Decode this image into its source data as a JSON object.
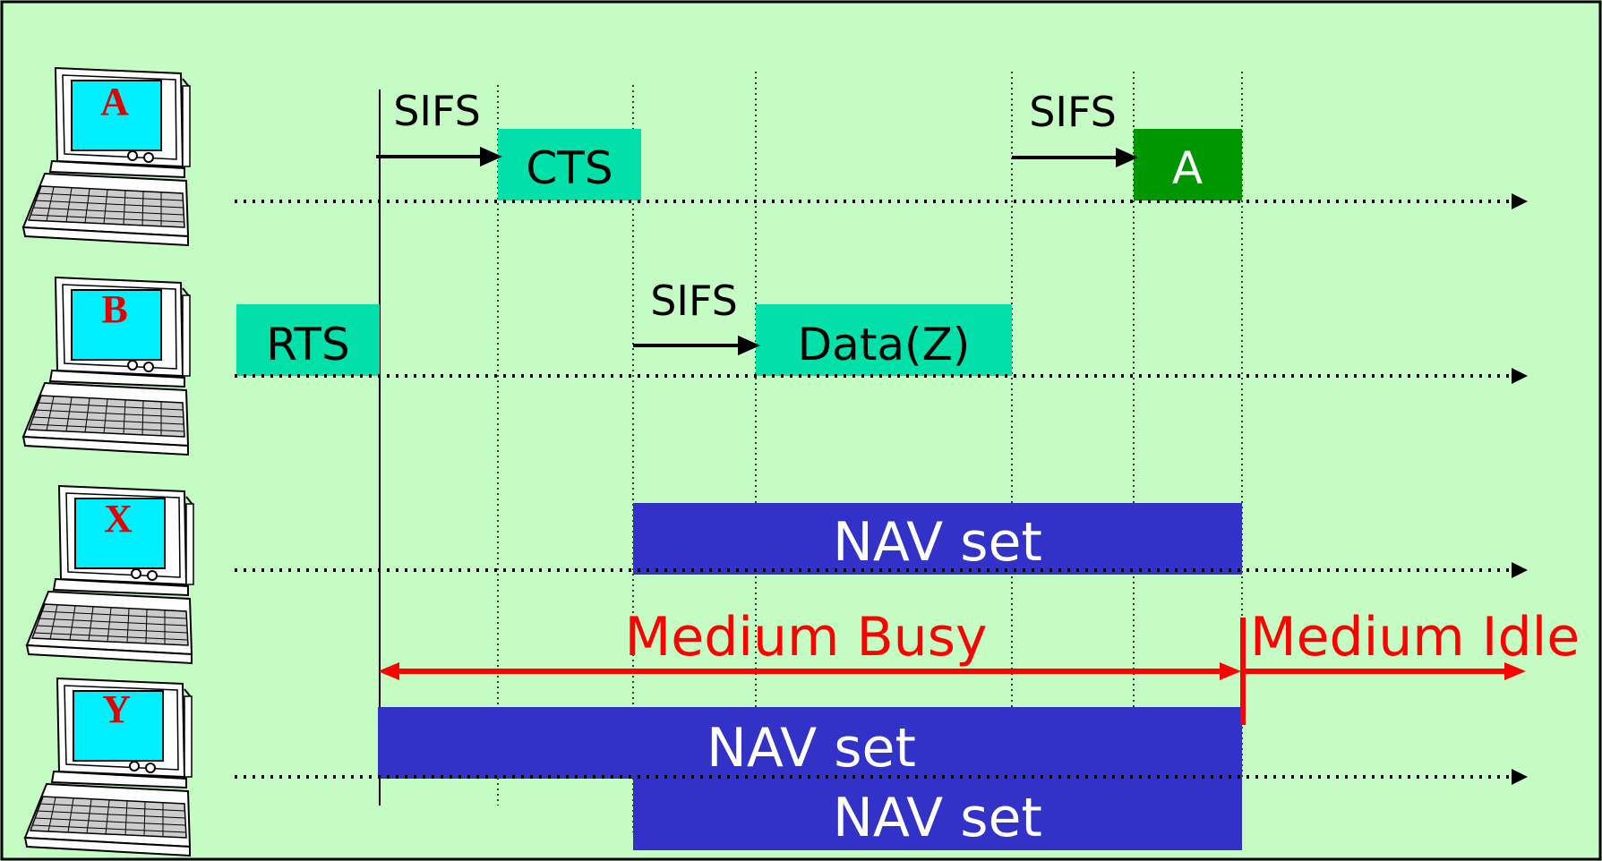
{
  "stations": [
    {
      "id": "A",
      "label": "A"
    },
    {
      "id": "B",
      "label": "B"
    },
    {
      "id": "X",
      "label": "X"
    },
    {
      "id": "Y",
      "label": "Y"
    }
  ],
  "frames": {
    "cts": "CTS",
    "ack": "A",
    "rts": "RTS",
    "data": "Data(Z)"
  },
  "sifs": {
    "a_first": "SIFS",
    "a_second": "SIFS",
    "b": "SIFS"
  },
  "nav": {
    "x": "NAV set",
    "y_upper": "NAV set",
    "y_lower": "NAV set"
  },
  "medium": {
    "busy": "Medium Busy",
    "idle": "Medium Idle"
  },
  "colors": {
    "background": "#c4fcc4",
    "frame_light": "#00e0a8",
    "frame_dark": "#009600",
    "nav": "#3232c8",
    "medium": "#ff0000",
    "station_letter": "#e00000",
    "screen": "#00f0ff"
  }
}
